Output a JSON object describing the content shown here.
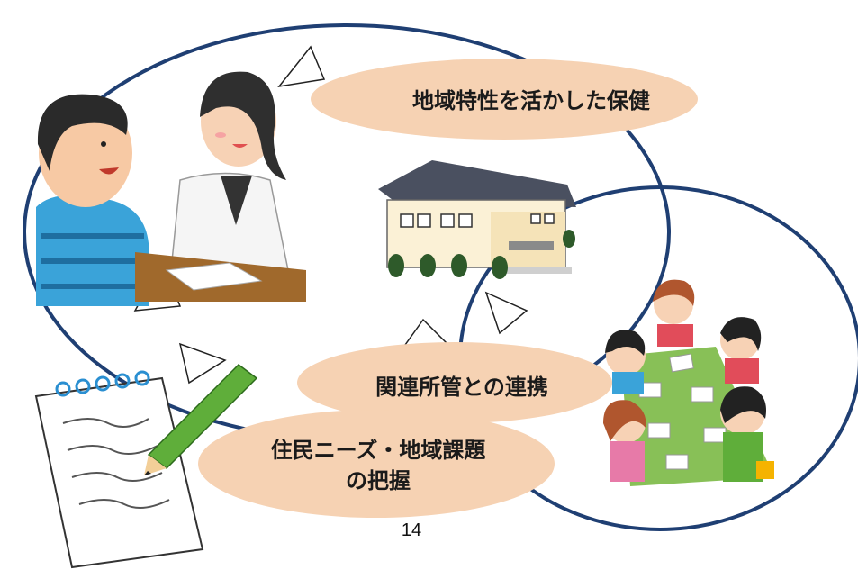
{
  "labels": {
    "top": "地域特性を活かした保健",
    "middle": "関連所管との連携",
    "bottom_line1": "住民ニーズ・地域課題",
    "bottom_line2": "の把握"
  },
  "page_number": "14",
  "colors": {
    "bubble_fill": "#f6d2b3",
    "ellipse_stroke": "#1f3f73",
    "building_roof": "#4a5060",
    "building_wall": "#fbf1d6",
    "table_green": "#88c057",
    "desk_brown": "#a0692c",
    "shirt_blue": "#3aa3d9",
    "pencil_green": "#5fae3a"
  },
  "icons": [
    "consultation-illustration",
    "building-illustration",
    "meeting-illustration",
    "notepad-pencil-illustration"
  ]
}
